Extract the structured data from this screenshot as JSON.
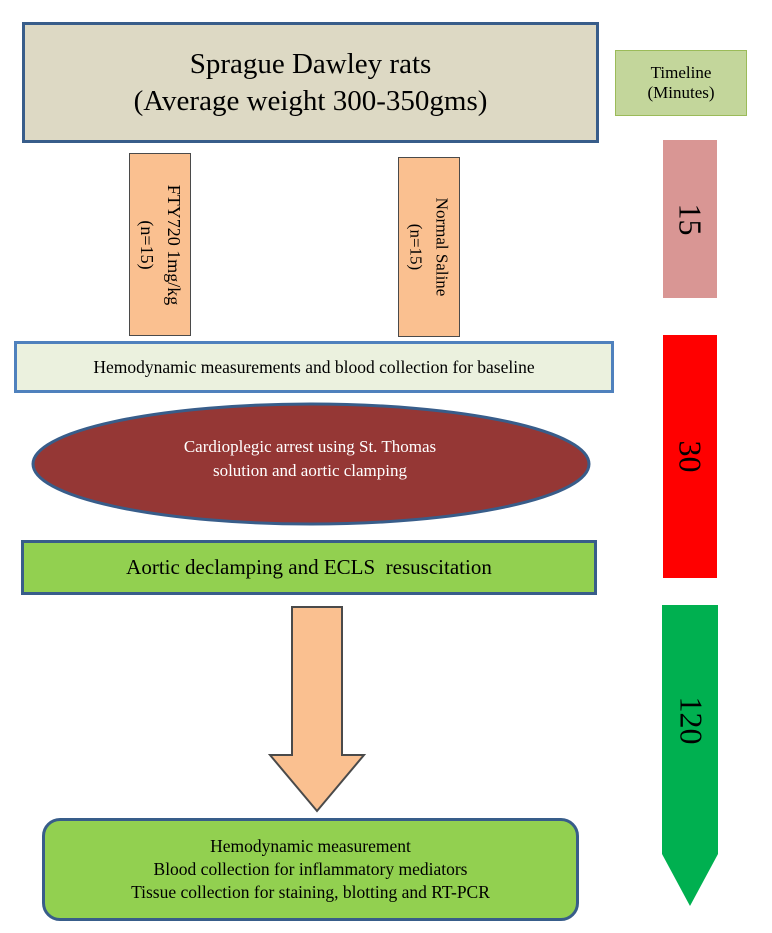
{
  "title": {
    "line1": "Sprague Dawley rats",
    "line2": "(Average weight 300-350gms)"
  },
  "timeline_header": {
    "line1": "Timeline",
    "line2": "(Minutes)"
  },
  "groups": {
    "fty720": {
      "line1": "FTY720 1mg/kg",
      "line2": "(n=15)"
    },
    "saline": {
      "line1": "Normal Saline",
      "line2": "(n=15)"
    }
  },
  "steps": {
    "baseline": "Hemodynamic measurements and blood collection for baseline",
    "arrest": {
      "line1": "Cardioplegic arrest using St. Thomas",
      "line2": "solution and aortic clamping"
    },
    "ecls": "Aortic declamping and ECLS  resuscitation",
    "final": {
      "line1": "Hemodynamic measurement",
      "line2": "Blood collection for inflammatory mediators",
      "line3": "Tissue collection for staining, blotting and RT-PCR"
    }
  },
  "timeline": {
    "t1": "15",
    "t2": "30",
    "t3": "120"
  },
  "colors": {
    "title_fill": "#ddd9c4",
    "group_fill": "#fac090",
    "arrest_fill": "#953735",
    "ecls_fill": "#92d050",
    "timeline_15": "#d99694",
    "timeline_30": "#ff0000",
    "timeline_120": "#00b050"
  }
}
